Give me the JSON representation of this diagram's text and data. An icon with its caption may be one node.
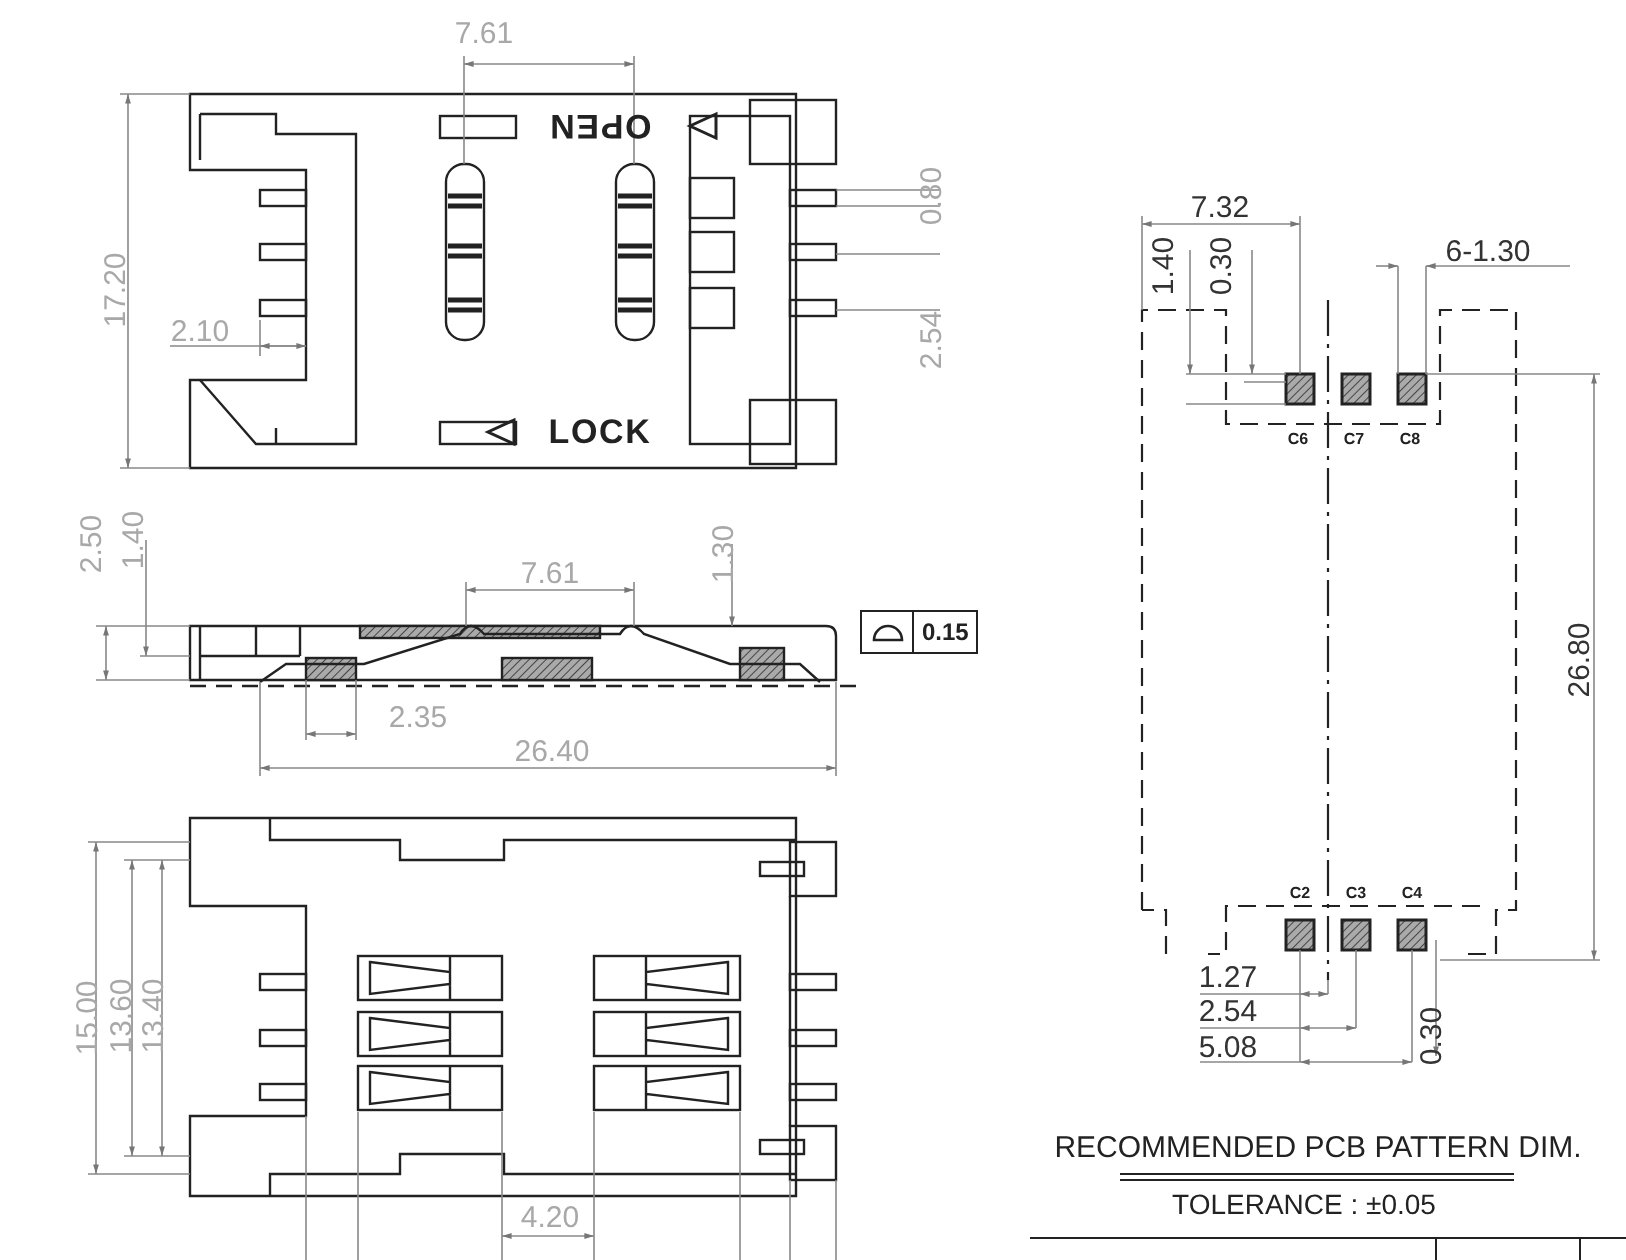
{
  "diagram": {
    "nodes": [
      {
        "text": [
          "0.15"
        ]
      }
    ],
    "labels": [
      "7.61",
      "OPEN",
      "0.80",
      "17.20",
      "2.10",
      "2.54",
      "LOCK",
      "7.32",
      "1.40",
      "0.30",
      "6-1.30",
      "C6",
      "C7",
      "C8",
      "26.80",
      "2.50",
      "1.40",
      "7.61",
      "1.30",
      "2.35",
      "26.40",
      "15.00",
      "13.60",
      "13.40",
      "C2",
      "C3",
      "C4",
      "1.27",
      "2.54",
      "5.08",
      "0.30",
      "4.20",
      "RECOMMENDED PCB PATTERN DIM.",
      "TOLERANCE : ±0.05"
    ]
  }
}
